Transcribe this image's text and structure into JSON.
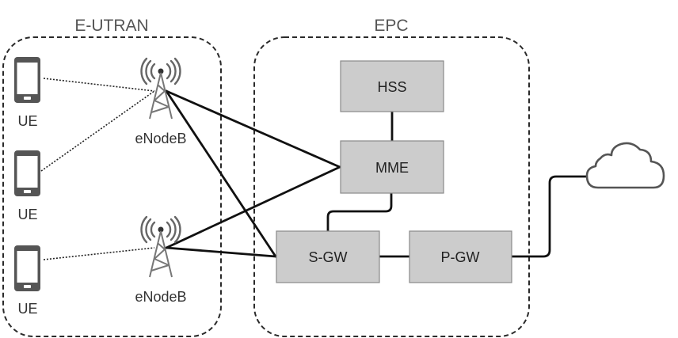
{
  "groups": {
    "eutran": "E-UTRAN",
    "epc": "EPC"
  },
  "devices": {
    "ue1": "UE",
    "ue2": "UE",
    "ue3": "UE",
    "enb1": "eNodeB",
    "enb2": "eNodeB"
  },
  "nodes": {
    "hss": "HSS",
    "mme": "MME",
    "sgw": "S-GW",
    "pgw": "P-GW"
  },
  "external": {
    "internet": "cloud-icon"
  },
  "links": [
    {
      "from": "UE",
      "to": "eNodeB",
      "type": "radio"
    },
    {
      "from": "UE",
      "to": "eNodeB",
      "type": "radio"
    },
    {
      "from": "UE",
      "to": "eNodeB",
      "type": "radio"
    },
    {
      "from": "eNodeB",
      "to": "MME",
      "type": "wired"
    },
    {
      "from": "eNodeB",
      "to": "S-GW",
      "type": "wired"
    },
    {
      "from": "eNodeB",
      "to": "MME",
      "type": "wired"
    },
    {
      "from": "eNodeB",
      "to": "S-GW",
      "type": "wired"
    },
    {
      "from": "HSS",
      "to": "MME",
      "type": "wired"
    },
    {
      "from": "MME",
      "to": "S-GW",
      "type": "wired"
    },
    {
      "from": "S-GW",
      "to": "P-GW",
      "type": "wired"
    },
    {
      "from": "P-GW",
      "to": "Internet",
      "type": "wired"
    }
  ]
}
